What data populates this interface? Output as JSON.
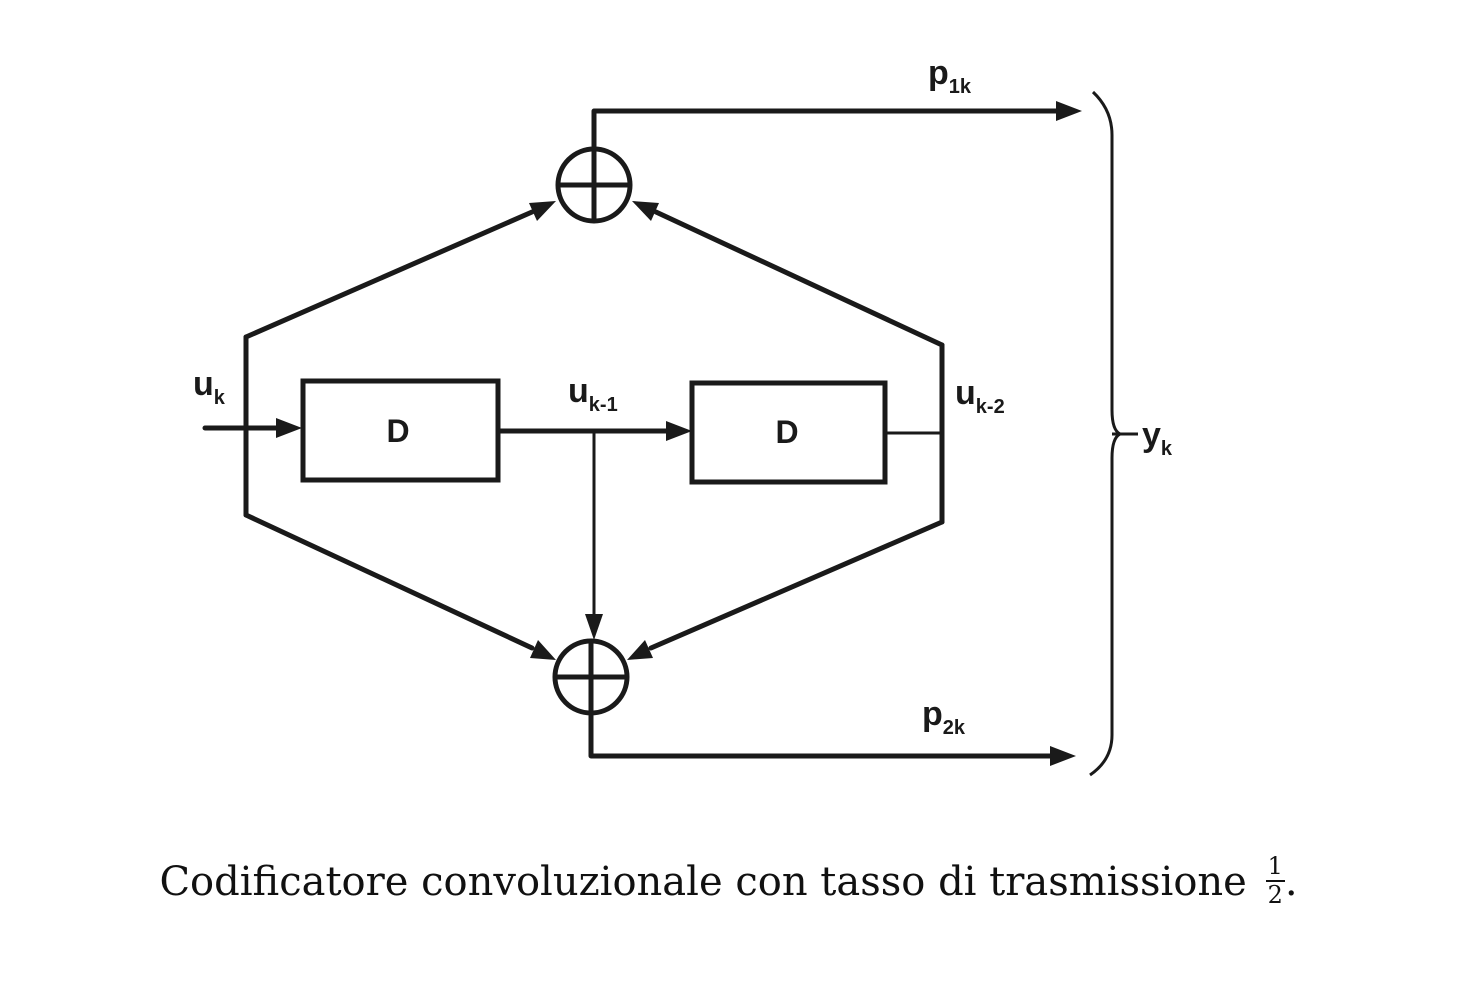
{
  "diagram": {
    "input_label": {
      "main": "u",
      "sub": "k"
    },
    "delay1_label": "D",
    "delay2_label": "D",
    "tap1_label": {
      "main": "u",
      "sub": "k-1"
    },
    "tap2_label": {
      "main": "u",
      "sub": "k-2"
    },
    "output1_label": {
      "main": "p",
      "sub": "1k"
    },
    "output2_label": {
      "main": "p",
      "sub": "2k"
    },
    "combined_output_label": {
      "main": "y",
      "sub": "k"
    }
  },
  "caption": {
    "text": "Codificatore convoluzionale con tasso di trasmissione",
    "fraction_numerator": "1",
    "fraction_denominator": "2",
    "trailing": "."
  }
}
